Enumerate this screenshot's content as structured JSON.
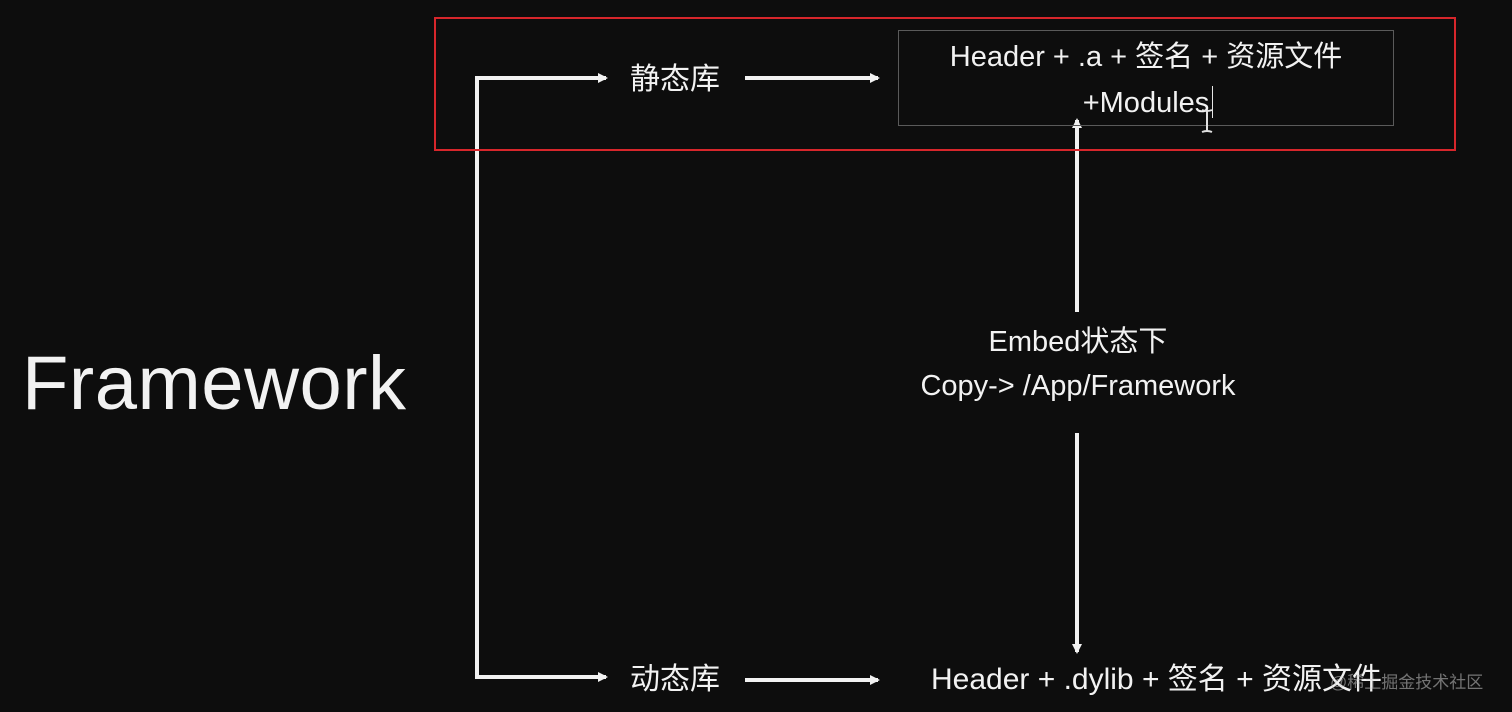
{
  "title": "Framework",
  "labels": {
    "static": "静态库",
    "dynamic": "动态库"
  },
  "static_content": {
    "line1": "Header + .a + 签名 + 资源文件",
    "line2": "+Modules"
  },
  "dynamic_content": "Header + .dylib + 签名 + 资源文件",
  "embed_note": {
    "line1": "Embed状态下",
    "line2": "Copy-> /App/Framework"
  },
  "watermark": "@稀土掘金技术社区",
  "colors": {
    "background": "#0d0d0d",
    "text": "#f2f2f2",
    "highlight": "#d7262b"
  },
  "icons": {
    "cursor": "text-cursor-icon"
  }
}
